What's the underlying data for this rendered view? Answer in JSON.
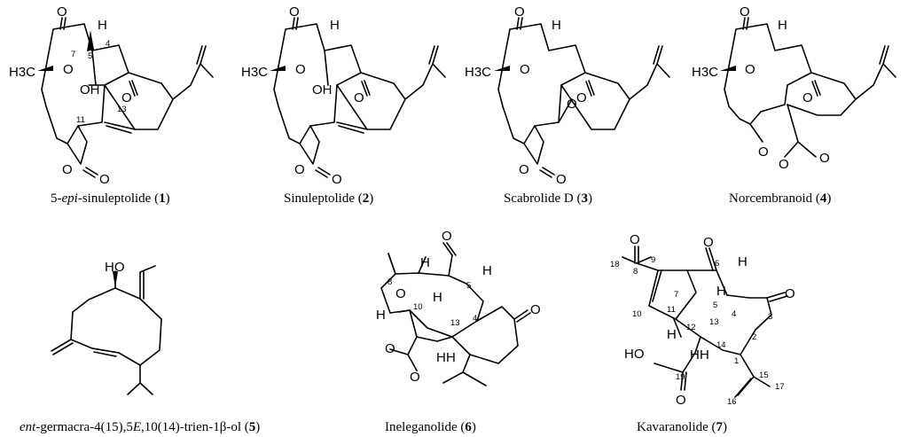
{
  "atoms": {
    "o": "O",
    "oh": "OH",
    "ho": "HO",
    "h": "H",
    "me": "H3C"
  },
  "numbering": {
    "c1": "1",
    "c2": "2",
    "c3": "3",
    "c4": "4",
    "c5": "5",
    "c6": "6",
    "c7": "7",
    "c8": "8",
    "c9": "9",
    "c10": "10",
    "c11": "11",
    "c12": "12",
    "c13": "13",
    "c14": "14",
    "c15": "15",
    "c16": "16",
    "c17": "17",
    "c18": "18",
    "c19": "19"
  },
  "captions": {
    "c1_pre": "5-",
    "c1_ital": "epi",
    "c1_post": "-sinuleptolide (",
    "c1_num": "1",
    "c1_end": ")",
    "c2_pre": "Sinuleptolide (",
    "c2_num": "2",
    "c2_end": ")",
    "c3_pre": "Scabrolide D (",
    "c3_num": "3",
    "c3_end": ")",
    "c4_pre": "Norcembranoid (",
    "c4_num": "4",
    "c4_end": ")",
    "c5_ital1": "ent",
    "c5_mid": "-germacra-4(15),5",
    "c5_ital2": "E",
    "c5_post": ",10(14)-trien-1β-ol (",
    "c5_num": "5",
    "c5_end": ")",
    "c6_pre": "Ineleganolide (",
    "c6_num": "6",
    "c6_end": ")",
    "c7_pre": "Kavaranolide (",
    "c7_num": "7",
    "c7_end": ")"
  }
}
